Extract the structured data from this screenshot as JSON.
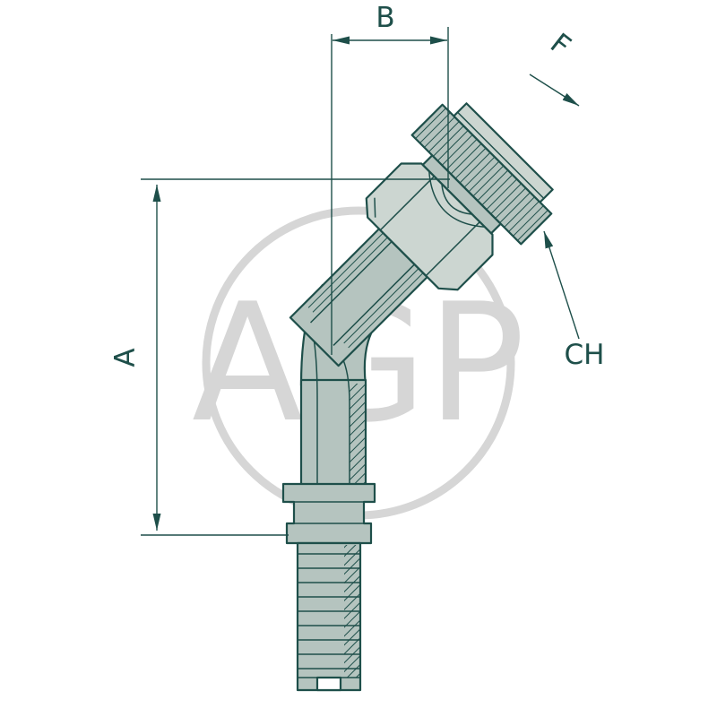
{
  "drawing": {
    "watermark_text": "AGP",
    "labels": {
      "a": "A",
      "b": "B",
      "f": "F",
      "ch": "CH"
    }
  },
  "colors": {
    "line": "#1e4f4a",
    "fill": "#b5c4bf",
    "fill-light": "#ccd6d1",
    "watermark": "#d6d6d6",
    "background": "#ffffff"
  }
}
